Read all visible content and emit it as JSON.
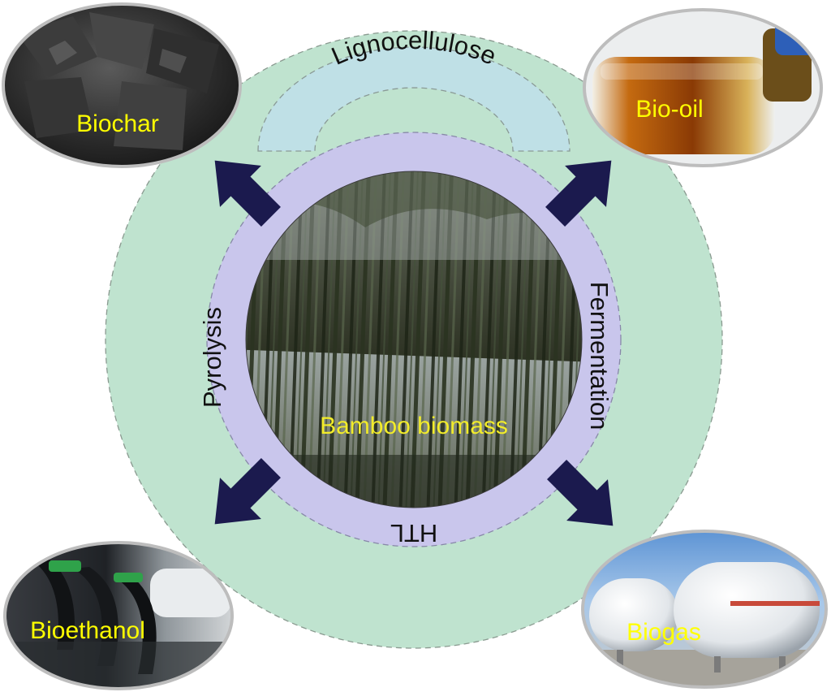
{
  "center_label": "Bamboo biomass",
  "source_label": "Lignocellulose",
  "processes": {
    "left": "Pyrolysis",
    "right": "Fermentation",
    "bottom": "HTL"
  },
  "products": {
    "top_left": "Biochar",
    "top_right": "Bio-oil",
    "bottom_left": "Bioethanol",
    "bottom_right": "Biogas"
  },
  "colors": {
    "outer_ring": "#bfe3cf",
    "inner_ring": "#c9c6ec",
    "source_band": "#bfe0e6",
    "arrow": "#1b1a4e",
    "product_label": "#ffff00",
    "center_label": "#f2ec2a"
  }
}
